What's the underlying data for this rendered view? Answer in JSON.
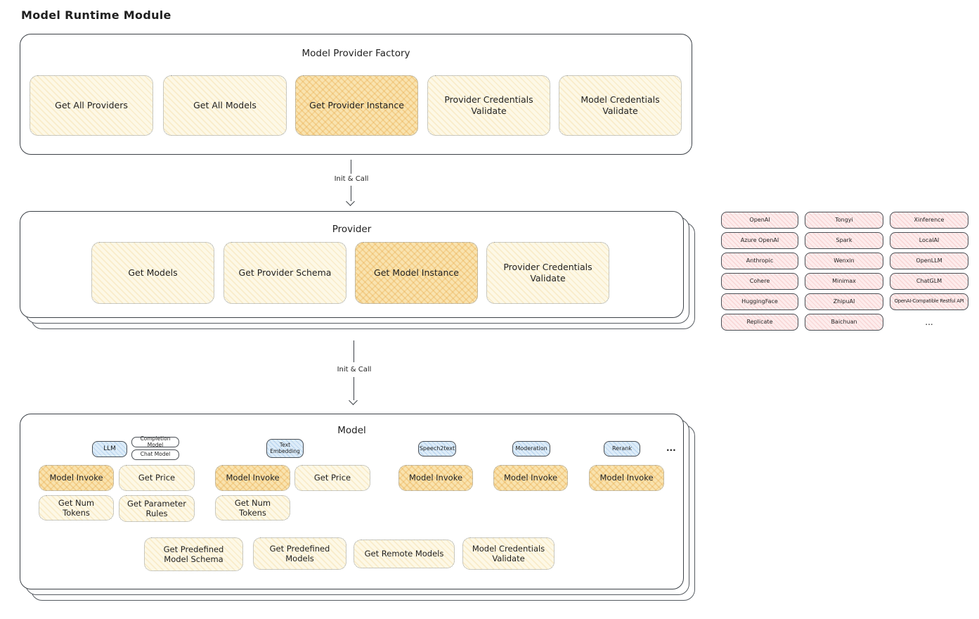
{
  "page_title": "Model Runtime Module",
  "arrows": {
    "factory_to_provider": "Init & Call",
    "provider_to_model": "Init & Call"
  },
  "factory": {
    "title": "Model Provider Factory",
    "buttons": [
      {
        "label": "Get All Providers",
        "highlighted": false
      },
      {
        "label": "Get All Models",
        "highlighted": false
      },
      {
        "label": "Get Provider Instance",
        "highlighted": true
      },
      {
        "label": "Provider Credentials Validate",
        "highlighted": false
      },
      {
        "label": "Model Credentials Validate",
        "highlighted": false
      }
    ]
  },
  "provider": {
    "title": "Provider",
    "buttons": [
      {
        "label": "Get Models",
        "highlighted": false
      },
      {
        "label": "Get Provider Schema",
        "highlighted": false
      },
      {
        "label": "Get Model Instance",
        "highlighted": true
      },
      {
        "label": "Provider Credentials Validate",
        "highlighted": false
      }
    ]
  },
  "providers_panel": {
    "items": [
      "OpenAI",
      "Tongyi",
      "Xinference",
      "Azure OpenAI",
      "Spark",
      "LocalAI",
      "Anthropic",
      "Wenxin",
      "OpenLLM",
      "Cohere",
      "Minimax",
      "ChatGLM",
      "HuggingFace",
      "ZhipuAI",
      "OpenAI-Compatible Restful API",
      "Replicate",
      "Baichuan"
    ],
    "more_label": "..."
  },
  "model": {
    "title": "Model",
    "types": {
      "llm": "LLM",
      "completion_model": "Completion Model",
      "chat_model": "Chat Model",
      "text_embedding": "Text Embedding",
      "speech2text": "Speech2text",
      "moderation": "Moderation",
      "rerank": "Rerank",
      "more": "..."
    },
    "llm_buttons": [
      {
        "label": "Model Invoke",
        "highlighted": true
      },
      {
        "label": "Get Price",
        "highlighted": false
      },
      {
        "label": "Get Num Tokens",
        "highlighted": false
      },
      {
        "label": "Get Parameter Rules",
        "highlighted": false
      }
    ],
    "text_embedding_buttons": [
      {
        "label": "Model Invoke",
        "highlighted": true
      },
      {
        "label": "Get Price",
        "highlighted": false
      },
      {
        "label": "Get Num Tokens",
        "highlighted": false
      }
    ],
    "speech2text_buttons": [
      {
        "label": "Model Invoke",
        "highlighted": true
      }
    ],
    "moderation_buttons": [
      {
        "label": "Model Invoke",
        "highlighted": true
      }
    ],
    "rerank_buttons": [
      {
        "label": "Model Invoke",
        "highlighted": true
      }
    ],
    "bottom_buttons": [
      {
        "label": "Get Predefined Model Schema"
      },
      {
        "label": "Get Predefined Models"
      },
      {
        "label": "Get Remote Models"
      },
      {
        "label": "Model Credentials Validate"
      }
    ]
  },
  "colors": {
    "canvas_bg": "#ffffff",
    "box_border": "#3c4147",
    "button_fill": "#fdf8e6",
    "button_highlight_fill": "#f9e3af",
    "provider_chip_fill": "#fdecec",
    "type_badge_fill": "#ddecf9",
    "text": "#1f1f1f"
  }
}
